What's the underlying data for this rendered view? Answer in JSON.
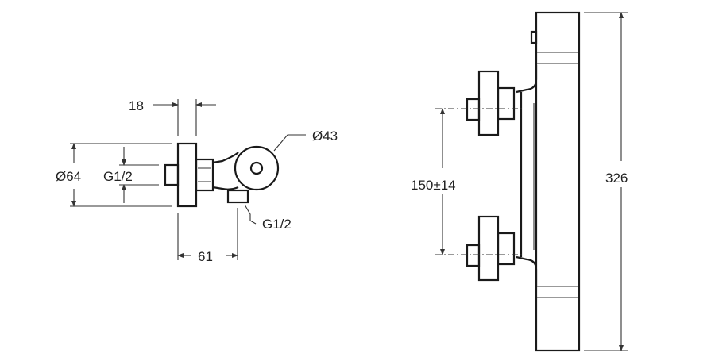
{
  "side_view": {
    "dim_width_top": "18",
    "dim_flange_diameter": "Ø64",
    "dim_inlet_thread": "G1/2",
    "dim_body_diameter": "Ø43",
    "dim_outlet_thread": "G1/2",
    "dim_projection": "61"
  },
  "front_view": {
    "dim_inlet_spacing": "150±14",
    "dim_total_height": "326"
  }
}
